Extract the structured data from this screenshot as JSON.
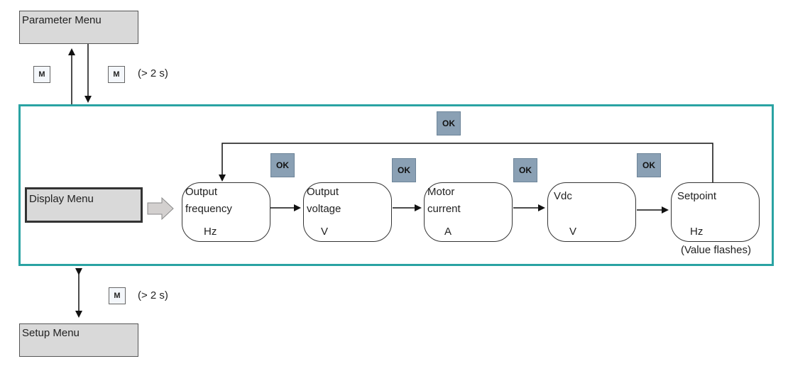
{
  "menus": {
    "parameter": "Parameter Menu",
    "display": "Display Menu",
    "setup": "Setup Menu"
  },
  "keys": {
    "m": "M",
    "ok": "OK",
    "hold_note": "(> 2 s)"
  },
  "parameters": [
    {
      "line1": "Output",
      "line2": "frequency",
      "unit": "Hz"
    },
    {
      "line1": "Output",
      "line2": "voltage",
      "unit": "V"
    },
    {
      "line1": "Motor",
      "line2": "current",
      "unit": "A"
    },
    {
      "line1": "Vdc",
      "line2": "",
      "unit": "V"
    },
    {
      "line1": "Setpoint",
      "line2": "",
      "unit": "Hz"
    }
  ],
  "value_flashes_note": "(Value flashes)",
  "colors": {
    "frame": "#2aa3a3",
    "ok_key": "#8aa0b4",
    "menu_fill": "#d9d9d9"
  }
}
